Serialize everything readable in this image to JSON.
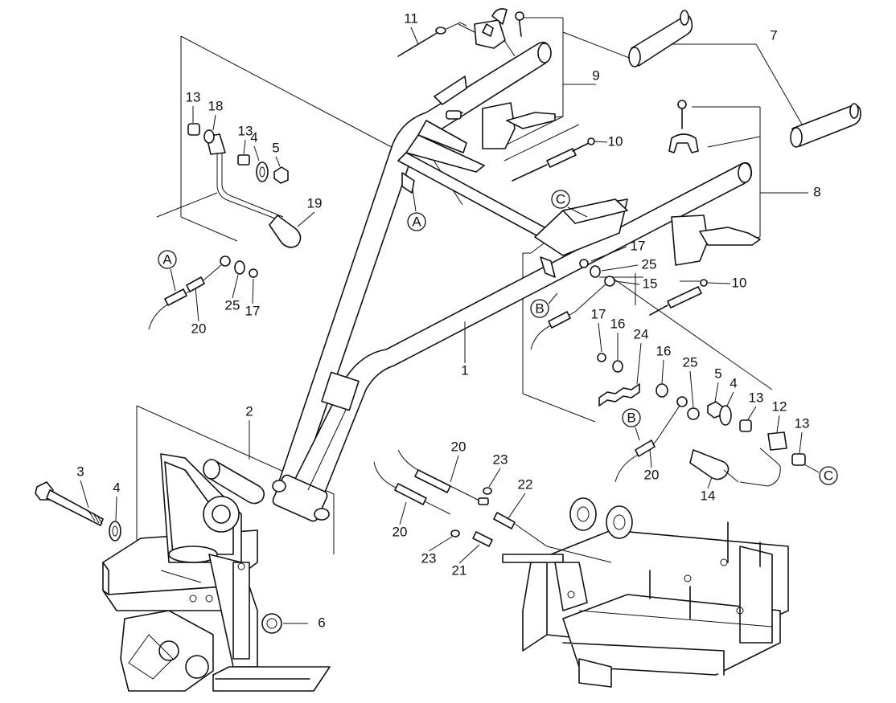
{
  "callouts": {
    "c1": "1",
    "c2": "2",
    "c3": "3",
    "c4a": "4",
    "c4b": "4",
    "c4c": "4",
    "c5a": "5",
    "c5b": "5",
    "c6": "6",
    "c7": "7",
    "c8": "8",
    "c9": "9",
    "c10a": "10",
    "c10b": "10",
    "c11": "11",
    "c12": "12",
    "c13a": "13",
    "c13b": "13",
    "c13c": "13",
    "c13d": "13",
    "c14": "14",
    "c15": "15",
    "c16a": "16",
    "c16b": "16",
    "c17a": "17",
    "c17b": "17",
    "c17c": "17",
    "c18": "18",
    "c19": "19",
    "c20a": "20",
    "c20b": "20",
    "c20c": "20",
    "c20d": "20",
    "c21": "21",
    "c22": "22",
    "c23a": "23",
    "c23b": "23",
    "c24": "24",
    "c25a": "25",
    "c25b": "25",
    "c25c": "25"
  },
  "refs": {
    "A1": "A",
    "A2": "A",
    "B1": "B",
    "B2": "B",
    "C1": "C",
    "C2": "C"
  }
}
